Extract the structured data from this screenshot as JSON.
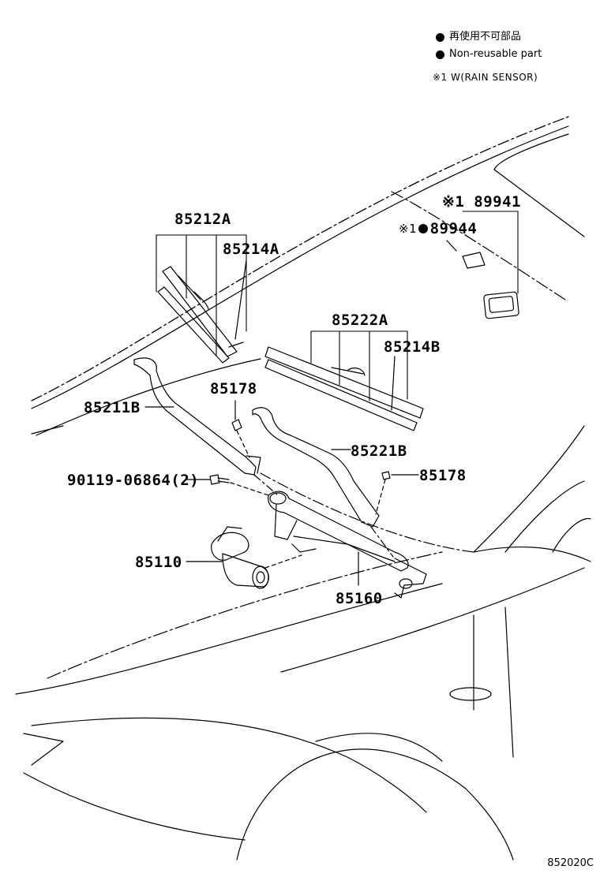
{
  "legend": {
    "jp": "再使用不可部品",
    "en": "Non-reusable part",
    "note": "※1 W(RAIN SENSOR)"
  },
  "labels": {
    "p85212A": "85212A",
    "p85214A": "85214A",
    "p89941": "※1 89941",
    "p89944_prefix": "※1",
    "p89944": "89944",
    "p85222A": "85222A",
    "p85214B": "85214B",
    "p85178a": "85178",
    "p85211B": "85211B",
    "p85221B": "85221B",
    "p90119": "90119-06864(2)",
    "p85178b": "85178",
    "p85110": "85110",
    "p85160": "85160"
  },
  "diagram_code": "852020C"
}
